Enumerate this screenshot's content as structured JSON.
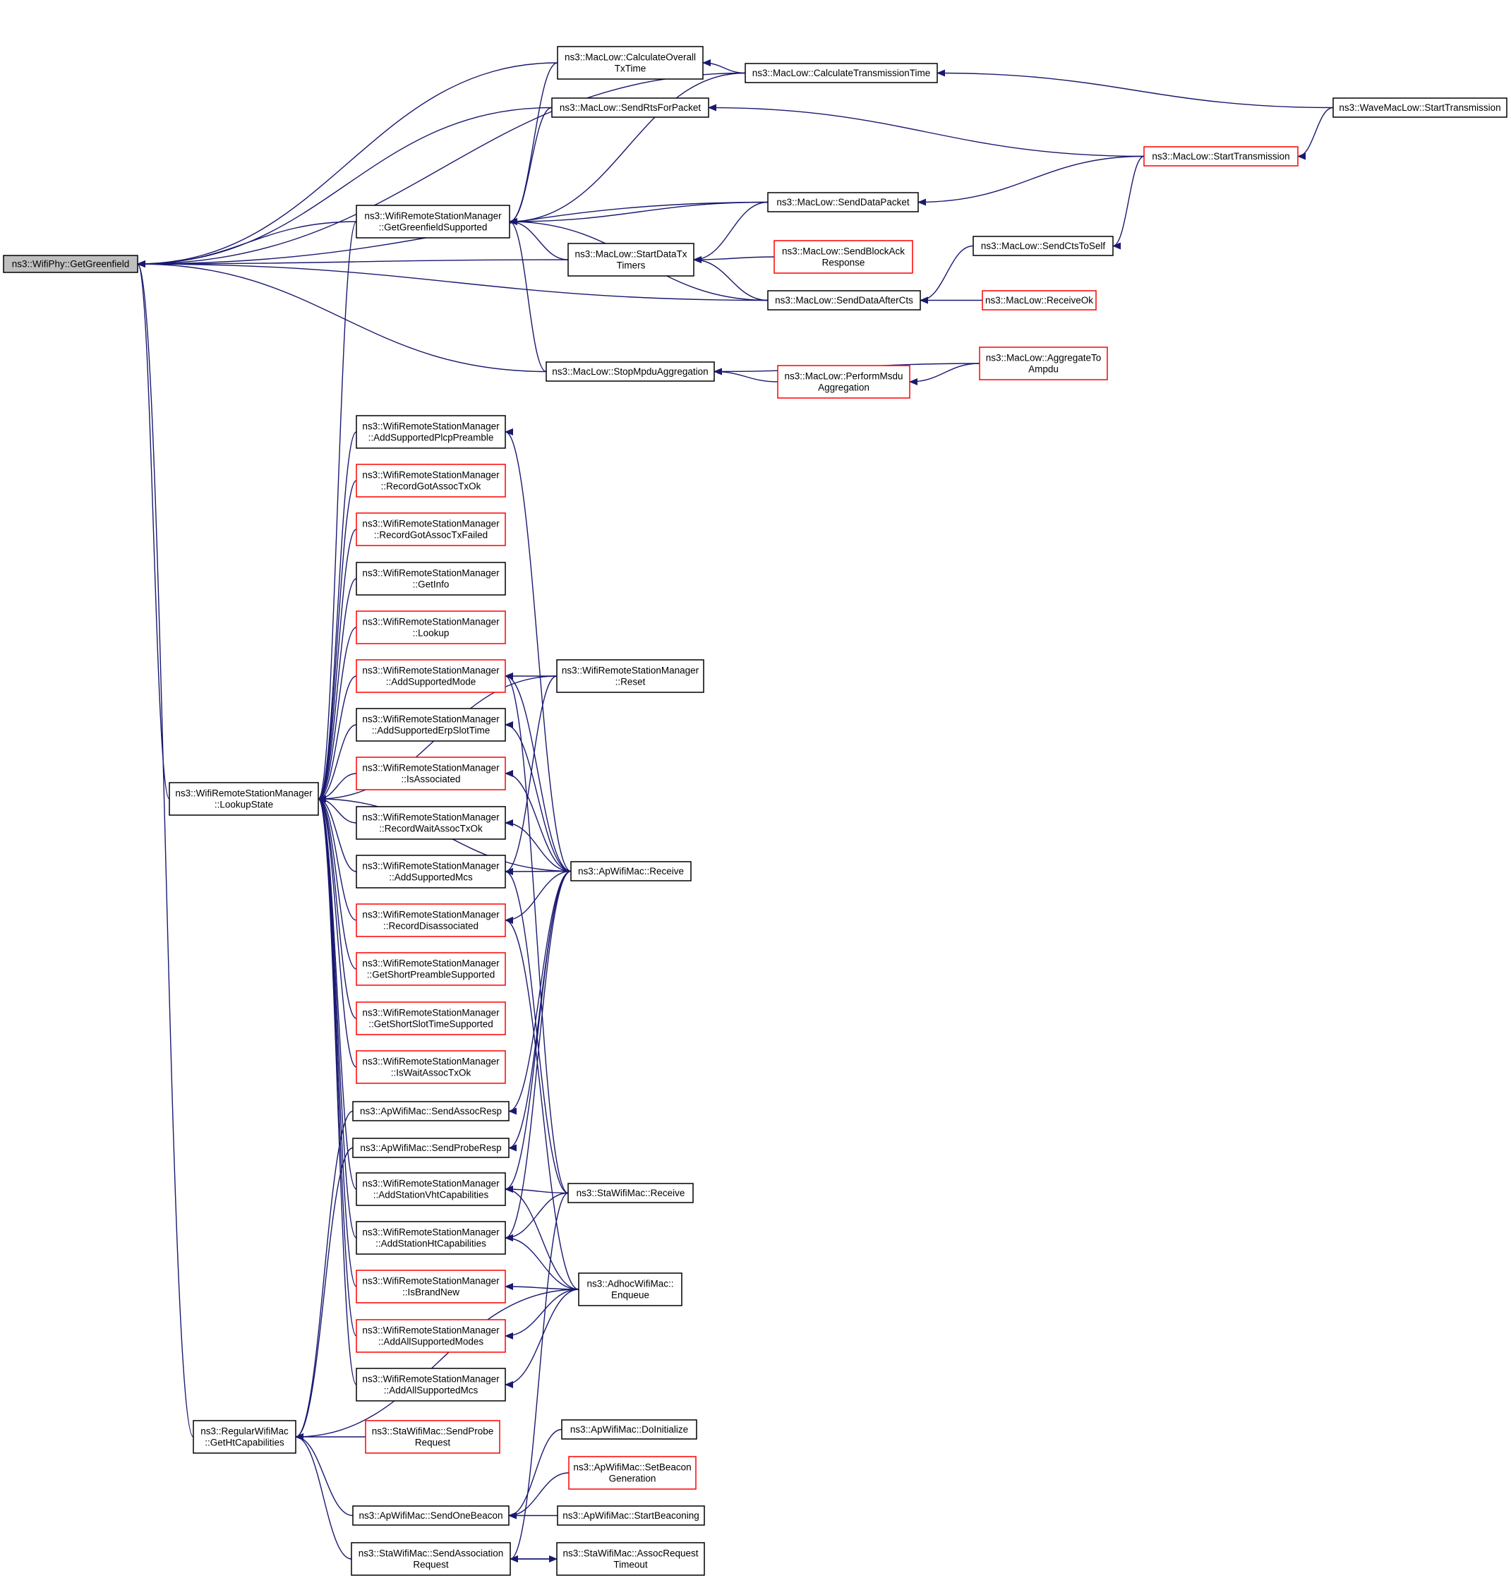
{
  "colors": {
    "edge": "#191970",
    "normal_border": "#000000",
    "truncated_border": "#ff0000",
    "focus_fill": "#bfbfbf"
  },
  "nodes": [
    {
      "id": "getgreenfield",
      "lines": [
        "ns3::WifiPhy::GetGreenfield"
      ],
      "border": "black",
      "focus": true
    },
    {
      "id": "calcoverall",
      "lines": [
        "ns3::MacLow::CalculateOverall",
        "TxTime"
      ],
      "border": "black"
    },
    {
      "id": "calctxtime",
      "lines": [
        "ns3::MacLow::CalculateTransmissionTime"
      ],
      "border": "black"
    },
    {
      "id": "wavestart",
      "lines": [
        "ns3::WaveMacLow::StartTransmission"
      ],
      "border": "black"
    },
    {
      "id": "sendrts",
      "lines": [
        "ns3::MacLow::SendRtsForPacket"
      ],
      "border": "black"
    },
    {
      "id": "starttx",
      "lines": [
        "ns3::MacLow::StartTransmission"
      ],
      "border": "red"
    },
    {
      "id": "getgfsupported",
      "lines": [
        "ns3::WifiRemoteStationManager",
        "::GetGreenfieldSupported"
      ],
      "border": "black"
    },
    {
      "id": "senddatapacket",
      "lines": [
        "ns3::MacLow::SendDataPacket"
      ],
      "border": "black"
    },
    {
      "id": "startdatatx",
      "lines": [
        "ns3::MacLow::StartDataTx",
        "Timers"
      ],
      "border": "black"
    },
    {
      "id": "sendblockack",
      "lines": [
        "ns3::MacLow::SendBlockAck",
        "Response"
      ],
      "border": "red"
    },
    {
      "id": "sendctstoself",
      "lines": [
        "ns3::MacLow::SendCtsToSelf"
      ],
      "border": "black"
    },
    {
      "id": "senddataafter",
      "lines": [
        "ns3::MacLow::SendDataAfterCts"
      ],
      "border": "black"
    },
    {
      "id": "receiveok",
      "lines": [
        "ns3::MacLow::ReceiveOk"
      ],
      "border": "red"
    },
    {
      "id": "stopmpdu",
      "lines": [
        "ns3::MacLow::StopMpduAggregation"
      ],
      "border": "black"
    },
    {
      "id": "performmsdu",
      "lines": [
        "ns3::MacLow::PerformMsdu",
        "Aggregation"
      ],
      "border": "red"
    },
    {
      "id": "aggregatetoampdu",
      "lines": [
        "ns3::MacLow::AggregateTo",
        "Ampdu"
      ],
      "border": "red"
    },
    {
      "id": "addplcp",
      "lines": [
        "ns3::WifiRemoteStationManager",
        "::AddSupportedPlcpPreamble"
      ],
      "border": "black"
    },
    {
      "id": "recordgotok",
      "lines": [
        "ns3::WifiRemoteStationManager",
        "::RecordGotAssocTxOk"
      ],
      "border": "red"
    },
    {
      "id": "recordgotfailed",
      "lines": [
        "ns3::WifiRemoteStationManager",
        "::RecordGotAssocTxFailed"
      ],
      "border": "red"
    },
    {
      "id": "getinfo",
      "lines": [
        "ns3::WifiRemoteStationManager",
        "::GetInfo"
      ],
      "border": "black"
    },
    {
      "id": "lookup",
      "lines": [
        "ns3::WifiRemoteStationManager",
        "::Lookup"
      ],
      "border": "red"
    },
    {
      "id": "addmode",
      "lines": [
        "ns3::WifiRemoteStationManager",
        "::AddSupportedMode"
      ],
      "border": "red"
    },
    {
      "id": "reset",
      "lines": [
        "ns3::WifiRemoteStationManager",
        "::Reset"
      ],
      "border": "black"
    },
    {
      "id": "adderp",
      "lines": [
        "ns3::WifiRemoteStationManager",
        "::AddSupportedErpSlotTime"
      ],
      "border": "black"
    },
    {
      "id": "lookupstate",
      "lines": [
        "ns3::WifiRemoteStationManager",
        "::LookupState"
      ],
      "border": "black"
    },
    {
      "id": "isassociated",
      "lines": [
        "ns3::WifiRemoteStationManager",
        "::IsAssociated"
      ],
      "border": "red"
    },
    {
      "id": "recordwait",
      "lines": [
        "ns3::WifiRemoteStationManager",
        "::RecordWaitAssocTxOk"
      ],
      "border": "black"
    },
    {
      "id": "addmcs",
      "lines": [
        "ns3::WifiRemoteStationManager",
        "::AddSupportedMcs"
      ],
      "border": "black"
    },
    {
      "id": "apreceive",
      "lines": [
        "ns3::ApWifiMac::Receive"
      ],
      "border": "black"
    },
    {
      "id": "recorddisassoc",
      "lines": [
        "ns3::WifiRemoteStationManager",
        "::RecordDisassociated"
      ],
      "border": "red"
    },
    {
      "id": "getshortpreamble",
      "lines": [
        "ns3::WifiRemoteStationManager",
        "::GetShortPreambleSupported"
      ],
      "border": "red"
    },
    {
      "id": "getshortslot",
      "lines": [
        "ns3::WifiRemoteStationManager",
        "::GetShortSlotTimeSupported"
      ],
      "border": "red"
    },
    {
      "id": "iswait",
      "lines": [
        "ns3::WifiRemoteStationManager",
        "::IsWaitAssocTxOk"
      ],
      "border": "red"
    },
    {
      "id": "sendassocresp",
      "lines": [
        "ns3::ApWifiMac::SendAssocResp"
      ],
      "border": "black"
    },
    {
      "id": "sendproberesp",
      "lines": [
        "ns3::ApWifiMac::SendProbeResp"
      ],
      "border": "black"
    },
    {
      "id": "addvht",
      "lines": [
        "ns3::WifiRemoteStationManager",
        "::AddStationVhtCapabilities"
      ],
      "border": "black"
    },
    {
      "id": "stareceive",
      "lines": [
        "ns3::StaWifiMac::Receive"
      ],
      "border": "black"
    },
    {
      "id": "addht",
      "lines": [
        "ns3::WifiRemoteStationManager",
        "::AddStationHtCapabilities"
      ],
      "border": "black"
    },
    {
      "id": "isbrandnew",
      "lines": [
        "ns3::WifiRemoteStationManager",
        "::IsBrandNew"
      ],
      "border": "red"
    },
    {
      "id": "adhocenqueue",
      "lines": [
        "ns3::AdhocWifiMac::",
        "Enqueue"
      ],
      "border": "black"
    },
    {
      "id": "addallmodes",
      "lines": [
        "ns3::WifiRemoteStationManager",
        "::AddAllSupportedModes"
      ],
      "border": "red"
    },
    {
      "id": "addallmcs",
      "lines": [
        "ns3::WifiRemoteStationManager",
        "::AddAllSupportedMcs"
      ],
      "border": "black"
    },
    {
      "id": "getht",
      "lines": [
        "ns3::RegularWifiMac",
        "::GetHtCapabilities"
      ],
      "border": "black"
    },
    {
      "id": "sendprobereq",
      "lines": [
        "ns3::StaWifiMac::SendProbe",
        "Request"
      ],
      "border": "red"
    },
    {
      "id": "doinit",
      "lines": [
        "ns3::ApWifiMac::DoInitialize"
      ],
      "border": "black"
    },
    {
      "id": "setbeacon",
      "lines": [
        "ns3::ApWifiMac::SetBeacon",
        "Generation"
      ],
      "border": "red"
    },
    {
      "id": "sendonebeacon",
      "lines": [
        "ns3::ApWifiMac::SendOneBeacon"
      ],
      "border": "black"
    },
    {
      "id": "startbeaconing",
      "lines": [
        "ns3::ApWifiMac::StartBeaconing"
      ],
      "border": "black"
    },
    {
      "id": "sendassocreq",
      "lines": [
        "ns3::StaWifiMac::SendAssociation",
        "Request"
      ],
      "border": "black"
    },
    {
      "id": "assoctimeout",
      "lines": [
        "ns3::StaWifiMac::AssocRequest",
        "Timeout"
      ],
      "border": "black"
    }
  ],
  "edges": [
    [
      "getgreenfield",
      "calcoverall"
    ],
    [
      "getgreenfield",
      "calctxtime"
    ],
    [
      "getgreenfield",
      "sendrts"
    ],
    [
      "getgreenfield",
      "senddatapacket"
    ],
    [
      "getgreenfield",
      "startdatatx"
    ],
    [
      "getgreenfield",
      "senddataafter"
    ],
    [
      "getgreenfield",
      "stopmpdu"
    ],
    [
      "getgreenfield",
      "getgfsupported"
    ],
    [
      "getgreenfield",
      "lookupstate"
    ],
    [
      "getgreenfield",
      "getht"
    ],
    [
      "calcoverall",
      "calctxtime"
    ],
    [
      "calctxtime",
      "wavestart"
    ],
    [
      "sendrts",
      "starttx"
    ],
    [
      "starttx",
      "wavestart"
    ],
    [
      "senddatapacket",
      "starttx"
    ],
    [
      "startdatatx",
      "senddatapacket"
    ],
    [
      "startdatatx",
      "sendblockack"
    ],
    [
      "startdatatx",
      "senddataafter"
    ],
    [
      "senddataafter",
      "sendctstoself"
    ],
    [
      "senddataafter",
      "receiveok"
    ],
    [
      "sendctstoself",
      "starttx"
    ],
    [
      "stopmpdu",
      "aggregatetoampdu"
    ],
    [
      "stopmpdu",
      "performmsdu"
    ],
    [
      "performmsdu",
      "aggregatetoampdu"
    ],
    [
      "getgfsupported",
      "calcoverall"
    ],
    [
      "getgfsupported",
      "sendrts"
    ],
    [
      "getgfsupported",
      "calctxtime"
    ],
    [
      "getgfsupported",
      "senddatapacket"
    ],
    [
      "getgfsupported",
      "startdatatx"
    ],
    [
      "getgfsupported",
      "senddataafter"
    ],
    [
      "getgfsupported",
      "stopmpdu"
    ],
    [
      "lookupstate",
      "getgfsupported"
    ],
    [
      "lookupstate",
      "addplcp"
    ],
    [
      "lookupstate",
      "recordgotok"
    ],
    [
      "lookupstate",
      "recordgotfailed"
    ],
    [
      "lookupstate",
      "getinfo"
    ],
    [
      "lookupstate",
      "lookup"
    ],
    [
      "lookupstate",
      "addmode"
    ],
    [
      "lookupstate",
      "adderp"
    ],
    [
      "lookupstate",
      "isassociated"
    ],
    [
      "lookupstate",
      "recordwait"
    ],
    [
      "lookupstate",
      "addmcs"
    ],
    [
      "lookupstate",
      "recorddisassoc"
    ],
    [
      "lookupstate",
      "getshortpreamble"
    ],
    [
      "lookupstate",
      "getshortslot"
    ],
    [
      "lookupstate",
      "iswait"
    ],
    [
      "lookupstate",
      "addvht"
    ],
    [
      "lookupstate",
      "addht"
    ],
    [
      "lookupstate",
      "isbrandnew"
    ],
    [
      "lookupstate",
      "addallmodes"
    ],
    [
      "lookupstate",
      "addallmcs"
    ],
    [
      "lookupstate",
      "reset"
    ],
    [
      "lookupstate",
      "apreceive"
    ],
    [
      "addplcp",
      "apreceive"
    ],
    [
      "addmode",
      "reset"
    ],
    [
      "addmode",
      "apreceive"
    ],
    [
      "addmode",
      "stareceive"
    ],
    [
      "adderp",
      "apreceive"
    ],
    [
      "isassociated",
      "apreceive"
    ],
    [
      "recordwait",
      "apreceive"
    ],
    [
      "addmcs",
      "reset"
    ],
    [
      "addmcs",
      "apreceive"
    ],
    [
      "addmcs",
      "stareceive"
    ],
    [
      "recorddisassoc",
      "apreceive"
    ],
    [
      "recorddisassoc",
      "adhocenqueue"
    ],
    [
      "sendassocresp",
      "apreceive"
    ],
    [
      "sendproberesp",
      "apreceive"
    ],
    [
      "addvht",
      "apreceive"
    ],
    [
      "addvht",
      "stareceive"
    ],
    [
      "addvht",
      "adhocenqueue"
    ],
    [
      "addht",
      "apreceive"
    ],
    [
      "addht",
      "stareceive"
    ],
    [
      "addht",
      "adhocenqueue"
    ],
    [
      "isbrandnew",
      "adhocenqueue"
    ],
    [
      "addallmodes",
      "adhocenqueue"
    ],
    [
      "addallmcs",
      "adhocenqueue"
    ],
    [
      "getht",
      "sendassocresp"
    ],
    [
      "getht",
      "sendproberesp"
    ],
    [
      "getht",
      "sendprobereq"
    ],
    [
      "getht",
      "sendonebeacon"
    ],
    [
      "getht",
      "sendassocreq"
    ],
    [
      "getht",
      "adhocenqueue"
    ],
    [
      "sendonebeacon",
      "doinit"
    ],
    [
      "sendonebeacon",
      "setbeacon"
    ],
    [
      "sendonebeacon",
      "startbeaconing"
    ],
    [
      "sendassocreq",
      "stareceive"
    ],
    [
      "sendassocreq",
      "assoctimeout"
    ],
    [
      "assoctimeout",
      "sendassocreq"
    ]
  ]
}
